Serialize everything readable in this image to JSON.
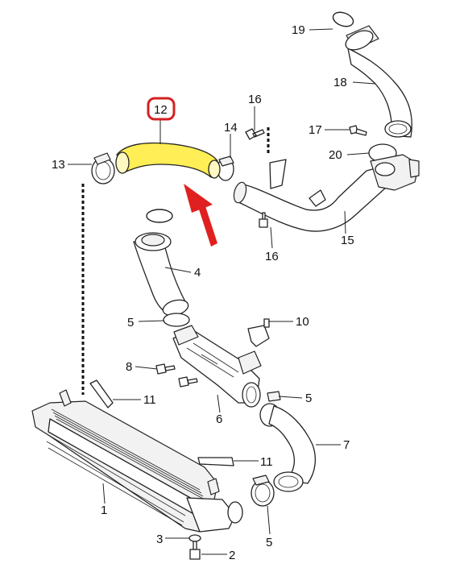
{
  "highlight": {
    "part_fill": "#ffee55",
    "callout_border": "#d42020",
    "arrow_color": "#e02020"
  },
  "callouts": [
    {
      "number": "1"
    },
    {
      "number": "2"
    },
    {
      "number": "3"
    },
    {
      "number": "4"
    },
    {
      "number": "5"
    },
    {
      "number": "5"
    },
    {
      "number": "5"
    },
    {
      "number": "6"
    },
    {
      "number": "7"
    },
    {
      "number": "8"
    },
    {
      "number": "10"
    },
    {
      "number": "11"
    },
    {
      "number": "11"
    },
    {
      "number": "12"
    },
    {
      "number": "13"
    },
    {
      "number": "14"
    },
    {
      "number": "15"
    },
    {
      "number": "16"
    },
    {
      "number": "16"
    },
    {
      "number": "17"
    },
    {
      "number": "18"
    },
    {
      "number": "19"
    },
    {
      "number": "20"
    }
  ]
}
